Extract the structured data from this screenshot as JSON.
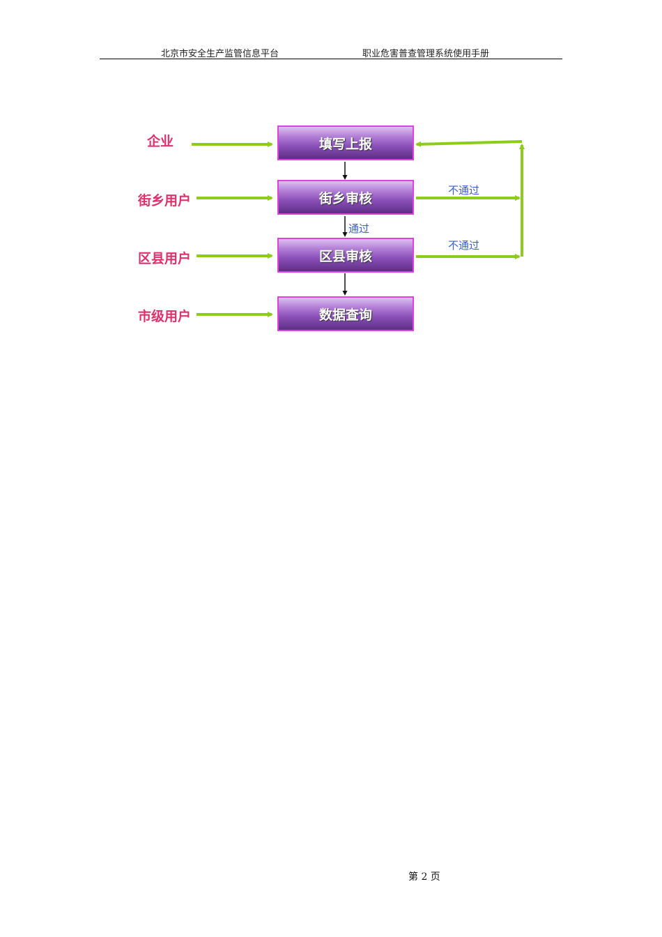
{
  "header": {
    "left": "北京市安全生产监管信息平台",
    "right": "职业危害普查管理系统使用手册"
  },
  "flowchart": {
    "roles": [
      "企业",
      "街乡用户",
      "区县用户",
      "市级用户"
    ],
    "steps": [
      "填写上报",
      "街乡审核",
      "区县审核",
      "数据查询"
    ],
    "pass_label": "通过",
    "fail_label_1": "不通过",
    "fail_label_2": "不通过"
  },
  "footer": {
    "page": "第 2 页"
  },
  "colors": {
    "role_text": "#e0306a",
    "arrow_green": "#8ccc1a",
    "box_border": "#e040e0",
    "note_text": "#3a5fcf"
  }
}
